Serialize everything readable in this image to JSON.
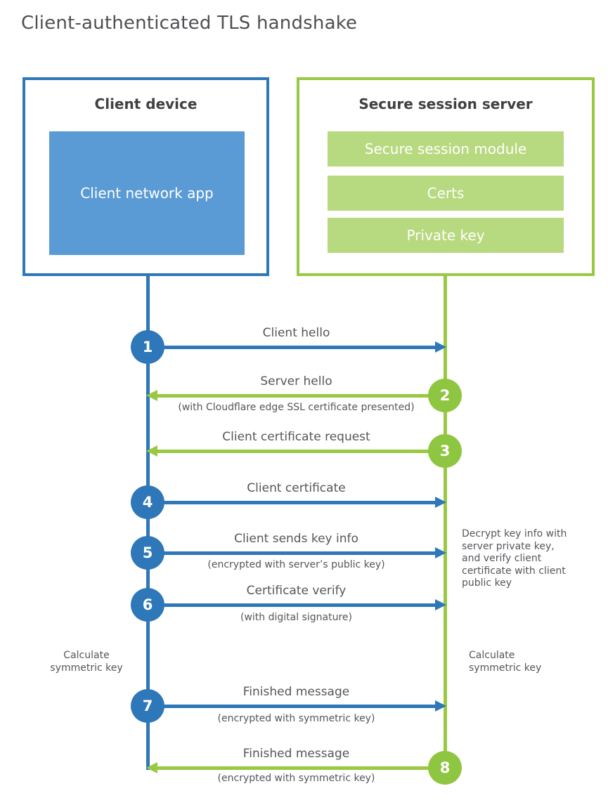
{
  "page": {
    "title": "Client-authenticated TLS handshake"
  },
  "colors": {
    "blue": "#2e77b8",
    "blue_fill": "#5b9bd5",
    "green": "#99c943",
    "green_badge": "#8fc641",
    "green_fill": "#b7d97f",
    "heading_text": "#3f4042",
    "label_text": "#54565a",
    "white": "#ffffff"
  },
  "client": {
    "title": "Client device",
    "app_label": "Client network app"
  },
  "server": {
    "title": "Secure session server",
    "modules": [
      {
        "label": "Secure session module"
      },
      {
        "label": "Certs"
      },
      {
        "label": "Private key"
      }
    ]
  },
  "steps": [
    {
      "num": "1",
      "label": "Client hello",
      "sub": "",
      "direction": "client-to-server"
    },
    {
      "num": "2",
      "label": "Server hello",
      "sub": "(with Cloudflare edge SSL certificate presented)",
      "direction": "server-to-client"
    },
    {
      "num": "3",
      "label": "Client certificate request",
      "sub": "",
      "direction": "server-to-client"
    },
    {
      "num": "4",
      "label": "Client certificate",
      "sub": "",
      "direction": "client-to-server"
    },
    {
      "num": "5",
      "label": "Client sends key info",
      "sub": "(encrypted with server’s public key)",
      "direction": "client-to-server"
    },
    {
      "num": "6",
      "label": "Certificate verify",
      "sub": "(with digital signature)",
      "direction": "client-to-server"
    },
    {
      "num": "7",
      "label": "Finished message",
      "sub": "(encrypted with symmetric key)",
      "direction": "client-to-server"
    },
    {
      "num": "8",
      "label": "Finished message",
      "sub": "(encrypted with symmetric key)",
      "direction": "server-to-client"
    }
  ],
  "annotations": {
    "decrypt_note": "Decrypt key info with server private key, and verify client certificate with client public key",
    "calc_left": "Calculate symmetric key",
    "calc_right": "Calculate symmetric key"
  }
}
